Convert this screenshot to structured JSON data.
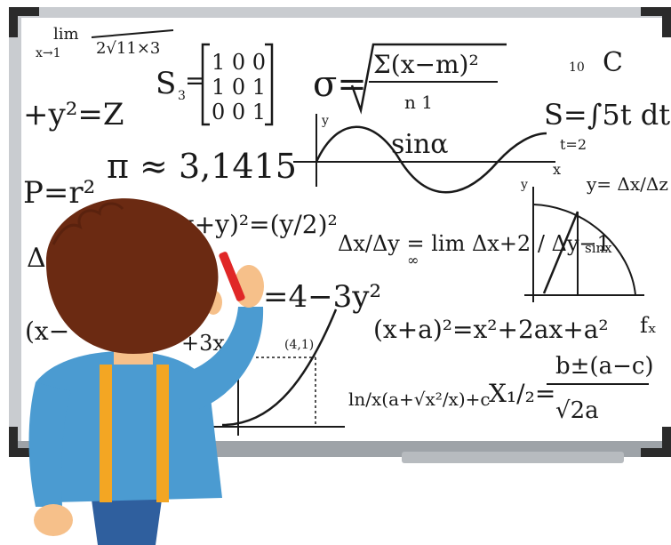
{
  "scene": {
    "description_free": true,
    "colors": {
      "board_frame": "#c9ccd0",
      "board_frame_shadow": "#9ea3a8",
      "board_surface": "#ffffff",
      "corner_cap": "#2b2b2b",
      "tray": "#b7bbbf",
      "hair": "#6b2a12",
      "skin": "#f6c08a",
      "shirt": "#4b9bd1",
      "suspenders": "#f3a623",
      "pants": "#2f5f9e",
      "marker": "#e02727",
      "ink": "#1a1a1a"
    },
    "formulas": {
      "lim_top": "lim",
      "lim_sub": "x→1",
      "lim_frac": "2√11×3",
      "matrix_s": "S",
      "matrix_s_sub": "3",
      "matrix_rows": [
        "1 0 0",
        "1 0 1",
        "0 0 1"
      ],
      "y2z": "+y²=Z",
      "sigma_lhs": "σ=",
      "sigma_num": "Σ(x−m)²",
      "sigma_den": "n 1",
      "s_integral": "S=∫5t dt",
      "int_top": "10",
      "int_bottom": "t=2",
      "c_letter": "C",
      "pi": "π ≈ 3,1415",
      "sin_alpha": "sinα",
      "y_axis": "y",
      "x_axis": "x",
      "p_eq": "P=r²",
      "y_delta": "y= Δx/Δz",
      "xy_sq": "(x+y)²=(y/2)²",
      "delta_lim": "Δx/Δy = lim Δx+2 / Δy−1",
      "lim_inf": "∞",
      "sinx_label": "sinx",
      "four_minus": "=4−3y²",
      "expansion": "(x+a)²=x²+2ax+a²",
      "fx": "fₓ",
      "three_x": "+3x",
      "point": "(4,1)",
      "ln_expr": "ln/x(a+√x²/x)+c",
      "quadratic_lhs": "X₁/₂=",
      "quadratic_num": "b±(a−c)",
      "quadratic_den": "√2a",
      "delta_left": "Δ",
      "paren_left": "(x−"
    }
  }
}
